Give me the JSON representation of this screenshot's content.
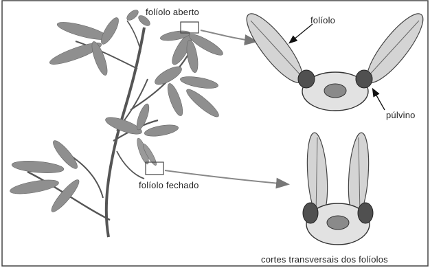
{
  "labels": {
    "open_leaflet": "folíolo aberto",
    "leaflet": "folíolo",
    "pulvinus": "púlvino",
    "closed_leaflet": "folíolo fechado",
    "cross_sections": "cortes transversais dos folíolos"
  },
  "colors": {
    "line": "#333333",
    "leaf_fill": "#9a9a9a",
    "section_fill": "#d9d9d9",
    "pulvinus_fill": "#4a4a4a",
    "core_fill": "#8c8c8c"
  }
}
